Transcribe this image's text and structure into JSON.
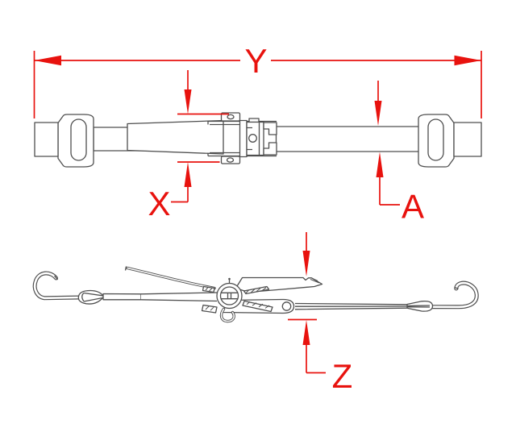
{
  "colors": {
    "background": "#ffffff",
    "line": "#4f4f4f",
    "dimension": "#e8120e"
  },
  "labels": {
    "y": "Y",
    "x": "X",
    "a": "A",
    "z": "Z"
  }
}
